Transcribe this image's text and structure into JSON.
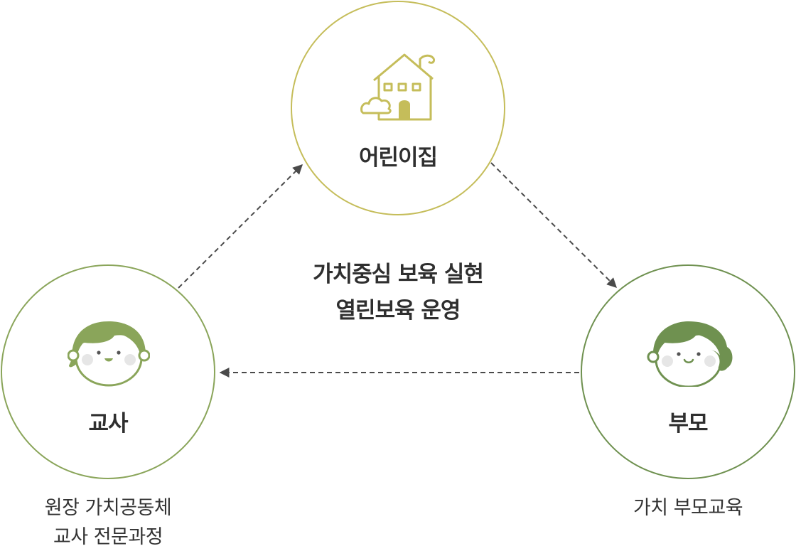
{
  "nodes": {
    "center": {
      "label": "어린이집",
      "icon": "house-icon",
      "color": "#c5bd5a"
    },
    "left": {
      "label": "교사",
      "icon": "teacher-face-icon",
      "color": "#8aa55a"
    },
    "right": {
      "label": "부모",
      "icon": "parent-face-icon",
      "color": "#6f9150"
    }
  },
  "center_text": {
    "line1": "가치중심 보육 실현",
    "line2": "열린보육 운영"
  },
  "captions": {
    "left": [
      "원장 가치공동체",
      "교사 전문과정"
    ],
    "right": [
      "가치 부모교육"
    ]
  }
}
